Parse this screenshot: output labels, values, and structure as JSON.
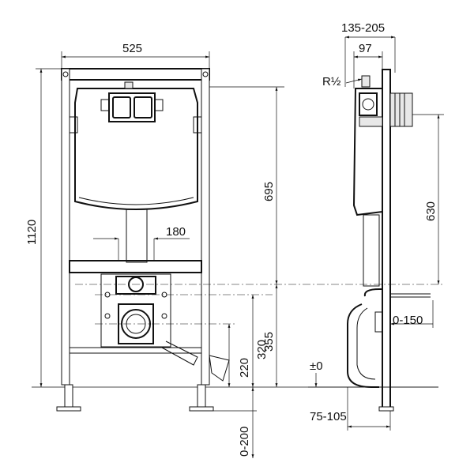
{
  "title": "Installation frame dimension drawing",
  "front_view": {
    "width": "525",
    "height": "1120",
    "cistern_height": "695",
    "spacing": "180",
    "outlet_height": "355",
    "waste_height": "320",
    "drain_height": "220",
    "leg_adjust": "0-200"
  },
  "side_view": {
    "depth_range": "135-205",
    "depth": "97",
    "connection": "R½",
    "cistern_height": "630",
    "offset": "0-150",
    "floor_level": "±0",
    "bowl_offset": "75-105"
  }
}
